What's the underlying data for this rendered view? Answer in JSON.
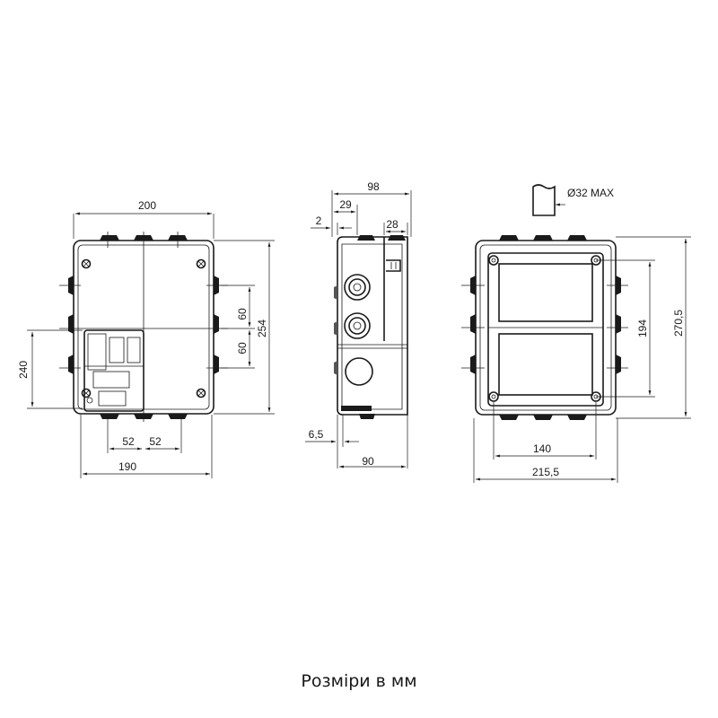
{
  "front_view": {
    "dim_width_top": "200",
    "dim_width_bottom": "190",
    "dim_height_right": "254",
    "dim_height_left": "240",
    "dim_spacing_upper": "60",
    "dim_spacing_lower": "60",
    "dim_bottom_left": "52",
    "dim_bottom_right": "52"
  },
  "side_view": {
    "dim_depth": "98",
    "dim_offset_29": "29",
    "dim_offset_2": "2",
    "dim_offset_28": "28",
    "dim_wall": "6,5",
    "dim_base": "90"
  },
  "back_view": {
    "dim_cable_max": "Ø32 MAX",
    "dim_height_outer": "270,5",
    "dim_height_inner": "194",
    "dim_width_inner": "140",
    "dim_width_outer": "215,5"
  },
  "caption": "Розміри в мм"
}
